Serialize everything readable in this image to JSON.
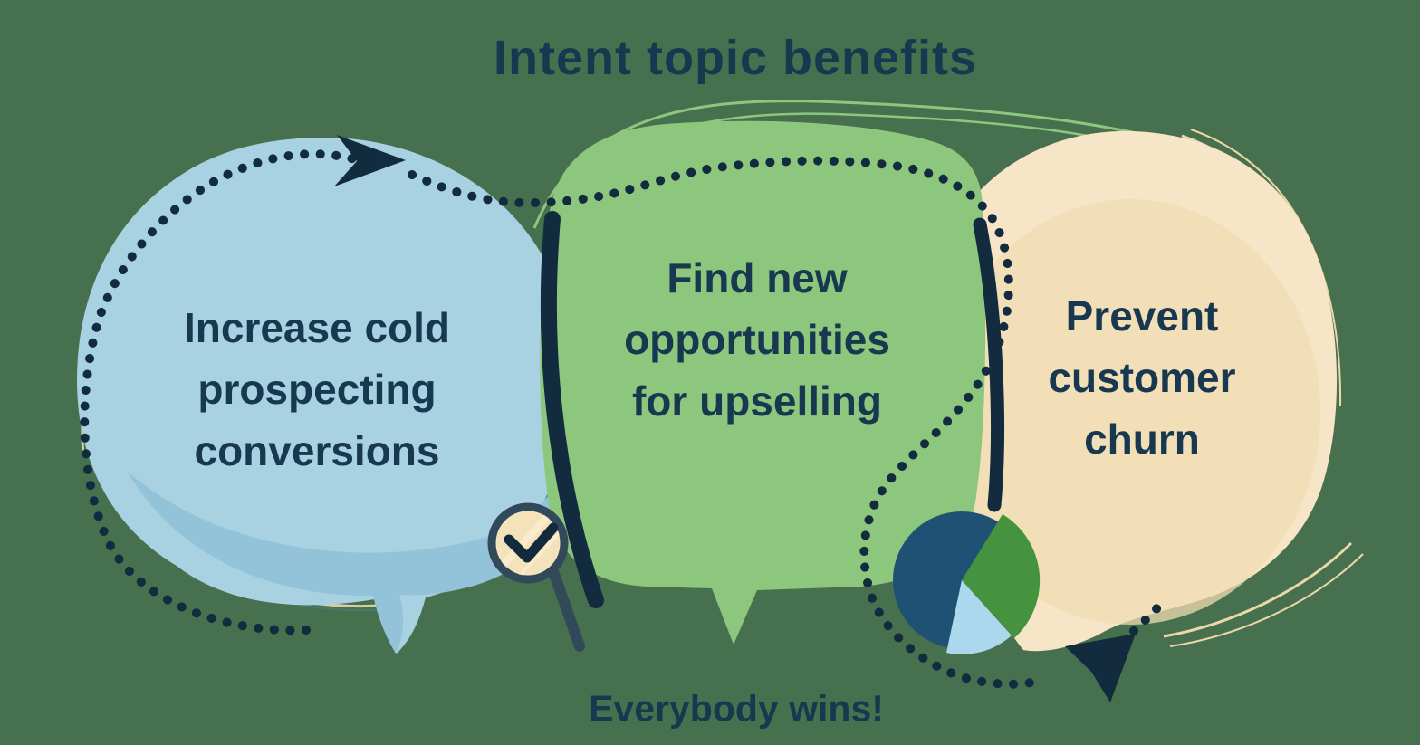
{
  "title": "Intent topic benefits",
  "footer": "Everybody wins!",
  "bubbles": {
    "blue": {
      "lines": [
        "Increase cold",
        "prospecting",
        "conversions"
      ]
    },
    "green": {
      "lines": [
        "Find new",
        "opportunities",
        "for upselling"
      ]
    },
    "tan": {
      "lines": [
        "Prevent",
        "customer",
        "churn"
      ]
    }
  },
  "icons": {
    "magnifier_check": "magnifying-glass-with-checkmark",
    "pie_chart": "pie-chart",
    "arrow_right": "brush-arrowhead-pointing-right",
    "arrow_up_right": "brush-arrowhead-pointing-up-right"
  },
  "colors": {
    "background": "#47704e",
    "text_navy": "#183850",
    "ink_navy": "#132b3e",
    "blue_bubble": "#a8d2e2",
    "blue_bubble_shade": "#93c3d8",
    "green_bubble": "#8dc77e",
    "tan_bubble": "#f6e5c6",
    "tan_bubble_shade": "#f2dcb2",
    "pie_teal": "#1e5174",
    "pie_green": "#45923f",
    "pie_light_blue": "#abd8ec",
    "lens_fill": "#f4e2bb",
    "lens_ring": "#32495a",
    "sketch_cream": "#e9d8ad"
  }
}
